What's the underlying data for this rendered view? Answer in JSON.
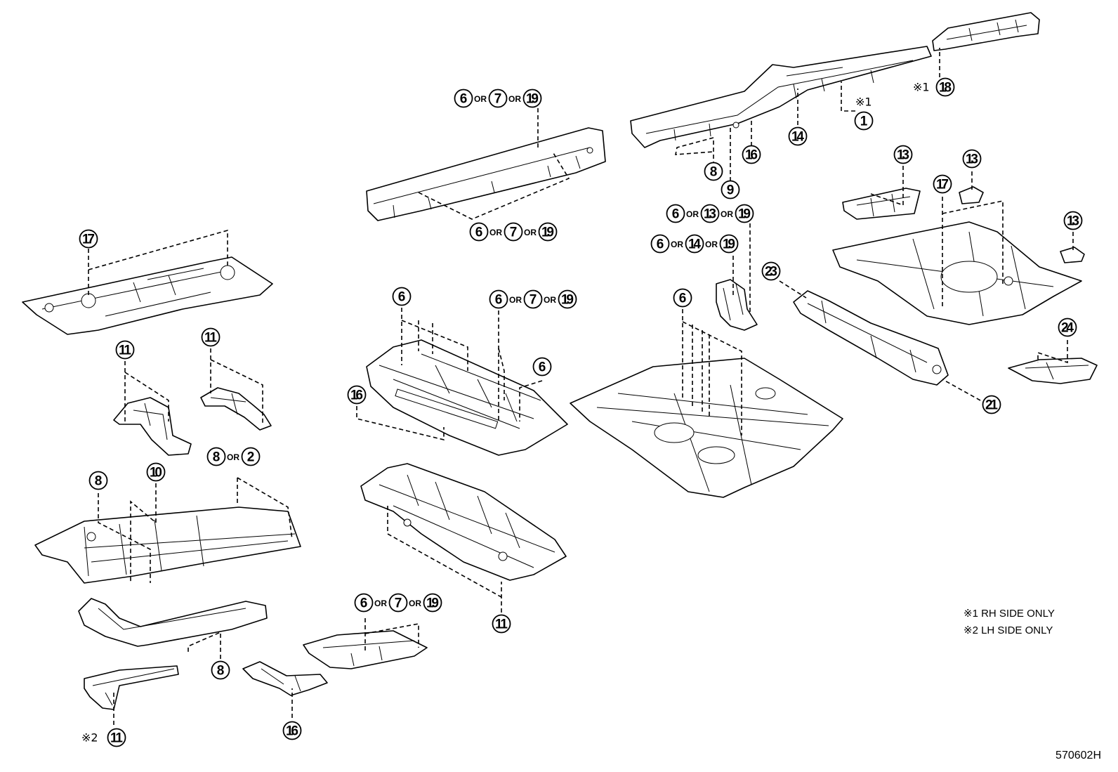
{
  "connector": "OR",
  "callouts": [
    {
      "id": "c1",
      "num": "1"
    },
    {
      "id": "c18",
      "num": "18"
    },
    {
      "id": "c14",
      "num": "14"
    },
    {
      "id": "c16a",
      "num": "16"
    },
    {
      "id": "c9",
      "num": "9"
    },
    {
      "id": "c8a",
      "num": "8"
    },
    {
      "id": "c17a",
      "num": "17"
    },
    {
      "id": "c17b",
      "num": "17"
    },
    {
      "id": "c13a",
      "num": "13"
    },
    {
      "id": "c13b",
      "num": "13"
    },
    {
      "id": "c13c",
      "num": "13"
    },
    {
      "id": "c23",
      "num": "23"
    },
    {
      "id": "c24",
      "num": "24"
    },
    {
      "id": "c21",
      "num": "21"
    },
    {
      "id": "c6a",
      "num": "6"
    },
    {
      "id": "c6b",
      "num": "6"
    },
    {
      "id": "c6c",
      "num": "6"
    },
    {
      "id": "c16b",
      "num": "16"
    },
    {
      "id": "c11a",
      "num": "11"
    },
    {
      "id": "c11b",
      "num": "11"
    },
    {
      "id": "c8b",
      "num": "8"
    },
    {
      "id": "c10",
      "num": "10"
    },
    {
      "id": "c11c",
      "num": "11"
    },
    {
      "id": "c8c",
      "num": "8"
    },
    {
      "id": "c16c",
      "num": "16"
    },
    {
      "id": "c11d",
      "num": "11"
    }
  ],
  "groups": [
    {
      "id": "g1",
      "nums": [
        "6",
        "7",
        "19"
      ]
    },
    {
      "id": "g2",
      "nums": [
        "6",
        "7",
        "19"
      ]
    },
    {
      "id": "g3",
      "nums": [
        "6",
        "13",
        "19"
      ]
    },
    {
      "id": "g4",
      "nums": [
        "6",
        "14",
        "19"
      ]
    },
    {
      "id": "g5",
      "nums": [
        "6",
        "7",
        "19"
      ]
    },
    {
      "id": "g6",
      "nums": [
        "8",
        "2"
      ]
    },
    {
      "id": "g7",
      "nums": [
        "6",
        "7",
        "19"
      ]
    }
  ],
  "marks": [
    {
      "id": "m1",
      "text": "※1"
    },
    {
      "id": "m2",
      "text": "※1"
    },
    {
      "id": "m3",
      "text": "※2"
    }
  ],
  "notes": {
    "rh": "※1 RH SIDE ONLY",
    "lh": "※2 LH SIDE ONLY"
  },
  "diagram_code": "570602H"
}
